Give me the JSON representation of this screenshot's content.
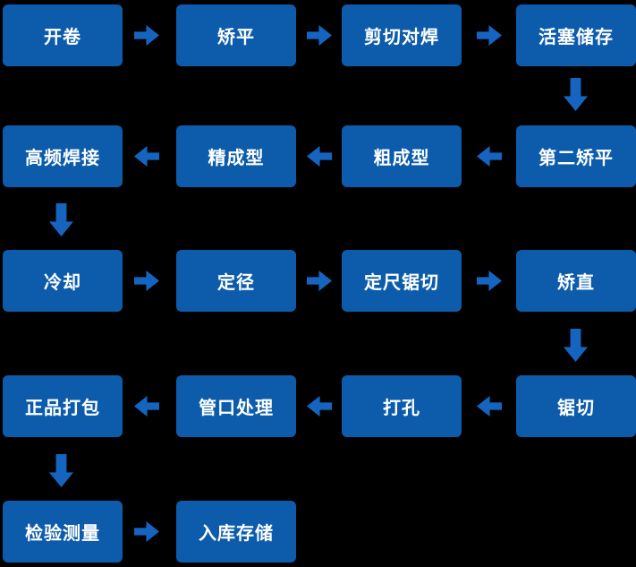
{
  "colors": {
    "background": "#000000",
    "node-fill": "#0d5cab",
    "node-text": "#ffffff",
    "arrow": "#1565c0"
  },
  "flowchart": {
    "nodes": [
      {
        "label": "开卷"
      },
      {
        "label": "矫平"
      },
      {
        "label": "剪切对焊"
      },
      {
        "label": "活塞储存"
      },
      {
        "label": "第二矫平"
      },
      {
        "label": "粗成型"
      },
      {
        "label": "精成型"
      },
      {
        "label": "高频焊接"
      },
      {
        "label": "冷却"
      },
      {
        "label": "定径"
      },
      {
        "label": "定尺锯切"
      },
      {
        "label": "矫直"
      },
      {
        "label": "锯切"
      },
      {
        "label": "打孔"
      },
      {
        "label": "管口处理"
      },
      {
        "label": "正品打包"
      },
      {
        "label": "检验测量"
      },
      {
        "label": "入库存储"
      }
    ],
    "connections": [
      {
        "from": "开卷",
        "to": "矫平",
        "direction": "right"
      },
      {
        "from": "矫平",
        "to": "剪切对焊",
        "direction": "right"
      },
      {
        "from": "剪切对焊",
        "to": "活塞储存",
        "direction": "right"
      },
      {
        "from": "活塞储存",
        "to": "第二矫平",
        "direction": "down"
      },
      {
        "from": "第二矫平",
        "to": "粗成型",
        "direction": "left"
      },
      {
        "from": "粗成型",
        "to": "精成型",
        "direction": "left"
      },
      {
        "from": "精成型",
        "to": "高频焊接",
        "direction": "left"
      },
      {
        "from": "高频焊接",
        "to": "冷却",
        "direction": "down"
      },
      {
        "from": "冷却",
        "to": "定径",
        "direction": "right"
      },
      {
        "from": "定径",
        "to": "定尺锯切",
        "direction": "right"
      },
      {
        "from": "定尺锯切",
        "to": "矫直",
        "direction": "right"
      },
      {
        "from": "矫直",
        "to": "锯切",
        "direction": "down"
      },
      {
        "from": "锯切",
        "to": "打孔",
        "direction": "left"
      },
      {
        "from": "打孔",
        "to": "管口处理",
        "direction": "left"
      },
      {
        "from": "管口处理",
        "to": "正品打包",
        "direction": "left"
      },
      {
        "from": "正品打包",
        "to": "检验测量",
        "direction": "down"
      },
      {
        "from": "检验测量",
        "to": "入库存储",
        "direction": "right"
      }
    ]
  }
}
